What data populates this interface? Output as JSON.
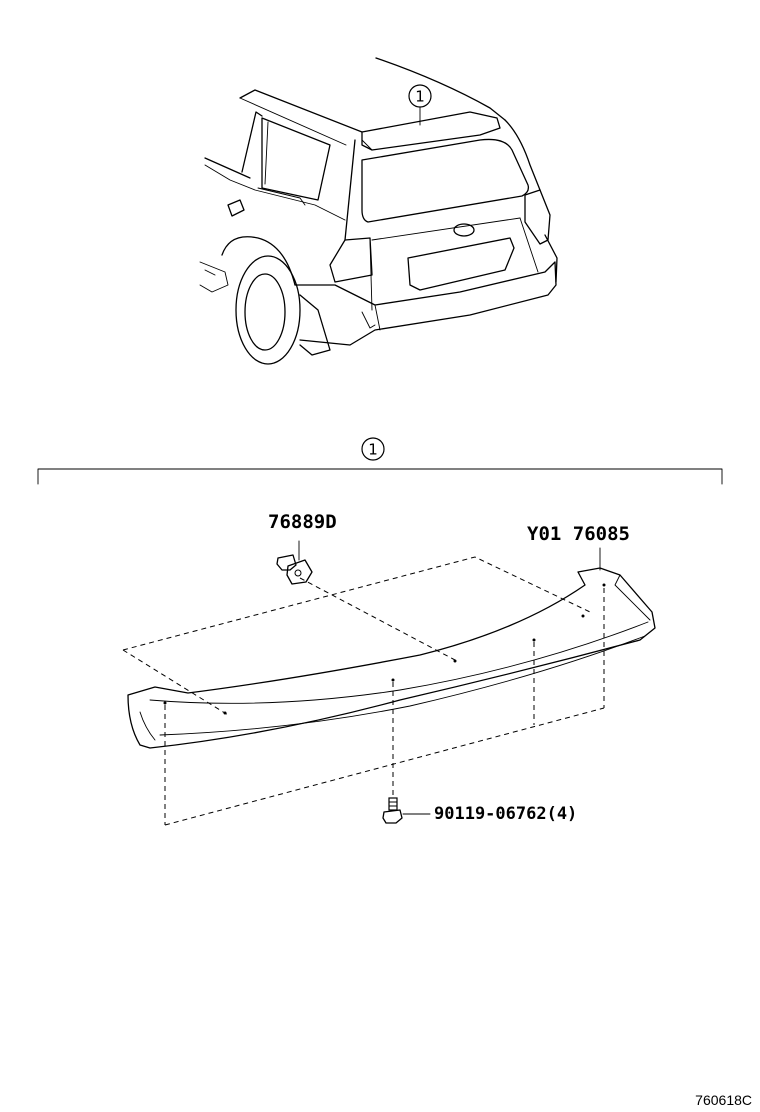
{
  "callout": {
    "symbol": "1"
  },
  "parts": {
    "clip": "76889D",
    "spoiler": "Y01 76085",
    "bolt": "90119-06762(4)"
  },
  "figure_code": "760618C"
}
